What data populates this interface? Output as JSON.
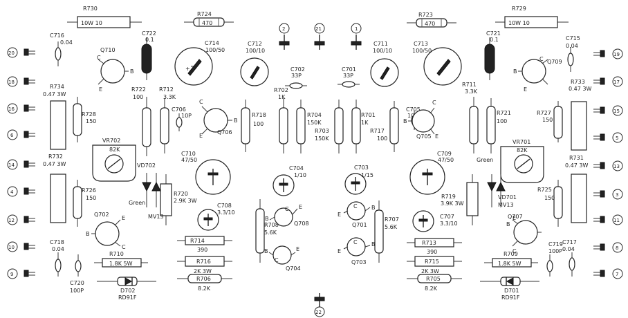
{
  "resistors_h": [
    {
      "ref": "R730",
      "value": "10W      10"
    },
    {
      "ref": "R724",
      "value": "470"
    },
    {
      "ref": "R723",
      "value": "470"
    },
    {
      "ref": "R729",
      "value": "10W      10"
    },
    {
      "ref": "R714",
      "value": "390"
    },
    {
      "ref": "R716",
      "value": "2K 3W"
    },
    {
      "ref": "R706",
      "value": "8.2K"
    },
    {
      "ref": "R710",
      "value": "1.8K 5W"
    },
    {
      "ref": "R713",
      "value": "390"
    },
    {
      "ref": "R715",
      "value": "2K 3W"
    },
    {
      "ref": "R705",
      "value": "8.2K"
    },
    {
      "ref": "R709",
      "value": "1.8K 5W"
    }
  ],
  "resistors_v": [
    {
      "ref": "R728",
      "value": "150"
    },
    {
      "ref": "R726",
      "value": "150"
    },
    {
      "ref": "R722",
      "value": "100"
    },
    {
      "ref": "R712",
      "value": "3.3K"
    },
    {
      "ref": "R718",
      "value": "100"
    },
    {
      "ref": "R702",
      "value": "1K"
    },
    {
      "ref": "R704",
      "value": "150K"
    },
    {
      "ref": "R703",
      "value": "150K"
    },
    {
      "ref": "R701",
      "value": "1K"
    },
    {
      "ref": "R717",
      "value": "100"
    },
    {
      "ref": "R711",
      "value": "3.3K"
    },
    {
      "ref": "R721",
      "value": "100"
    },
    {
      "ref": "R727",
      "value": "150"
    },
    {
      "ref": "R725",
      "value": "150"
    },
    {
      "ref": "R708",
      "value": "5.6K"
    },
    {
      "ref": "R707",
      "value": "5.6K"
    },
    {
      "ref": "R720",
      "value": "2.9K 3W"
    },
    {
      "ref": "R719",
      "value": "3.9K 3W"
    }
  ],
  "power_resistors": [
    {
      "ref": "R734",
      "value": "0.47 3W"
    },
    {
      "ref": "R732",
      "value": "0.47 3W"
    },
    {
      "ref": "R733",
      "value": "0.47 3W"
    },
    {
      "ref": "R731",
      "value": "0.47 3W"
    }
  ],
  "electrolytics": [
    {
      "ref": "C714",
      "value": "100/50"
    },
    {
      "ref": "C712",
      "value": "100/10"
    },
    {
      "ref": "C711",
      "value": "100/10"
    },
    {
      "ref": "C713",
      "value": "100/50"
    },
    {
      "ref": "C710",
      "value": "47/50"
    },
    {
      "ref": "C709",
      "value": "47/50"
    },
    {
      "ref": "C704",
      "value": "1/10"
    },
    {
      "ref": "C703",
      "value": "1/15"
    },
    {
      "ref": "C708",
      "value": "3.3/10"
    },
    {
      "ref": "C707",
      "value": "3.3/10"
    }
  ],
  "caps_small": [
    {
      "ref": "C716",
      "value": "0.04"
    },
    {
      "ref": "C715",
      "value": "0.04"
    },
    {
      "ref": "C722",
      "value": "0.1"
    },
    {
      "ref": "C721",
      "value": "0.1"
    },
    {
      "ref": "C702",
      "value": "33P"
    },
    {
      "ref": "C701",
      "value": "33P"
    },
    {
      "ref": "C706",
      "value": "10P"
    },
    {
      "ref": "C705",
      "value": "10P"
    },
    {
      "ref": "C718",
      "value": "0.04"
    },
    {
      "ref": "C717",
      "value": "0.04"
    },
    {
      "ref": "C720",
      "value": "100P"
    },
    {
      "ref": "C719",
      "value": "100P"
    }
  ],
  "transistors": [
    {
      "ref": "Q710"
    },
    {
      "ref": "Q709"
    },
    {
      "ref": "Q706"
    },
    {
      "ref": "Q705"
    },
    {
      "ref": "Q702"
    },
    {
      "ref": "Q701"
    },
    {
      "ref": "Q704"
    },
    {
      "ref": "Q703"
    },
    {
      "ref": "Q708"
    },
    {
      "ref": "Q707"
    }
  ],
  "pins": {
    "b": "B",
    "c": "C",
    "e": "E"
  },
  "vr": [
    {
      "ref": "VR702",
      "value": "82K"
    },
    {
      "ref": "VR701",
      "value": "82K"
    }
  ],
  "diodes_small": [
    {
      "ref": "VD702",
      "value": "MV13",
      "color": "Green"
    },
    {
      "ref": "VD701",
      "value": "MV13",
      "color": "Green"
    }
  ],
  "diodes": [
    {
      "ref": "D702",
      "value": "RD91F"
    },
    {
      "ref": "D701",
      "value": "RD91F"
    }
  ],
  "terminals_left": [
    "20",
    "18",
    "16",
    "6",
    "14",
    "4",
    "12",
    "10",
    "9"
  ],
  "terminals_right": [
    "19",
    "17",
    "15",
    "5",
    "13",
    "3",
    "11",
    "8",
    "7"
  ],
  "terminals_top": [
    "2",
    "21",
    "1"
  ],
  "terminal_bottom": "22"
}
